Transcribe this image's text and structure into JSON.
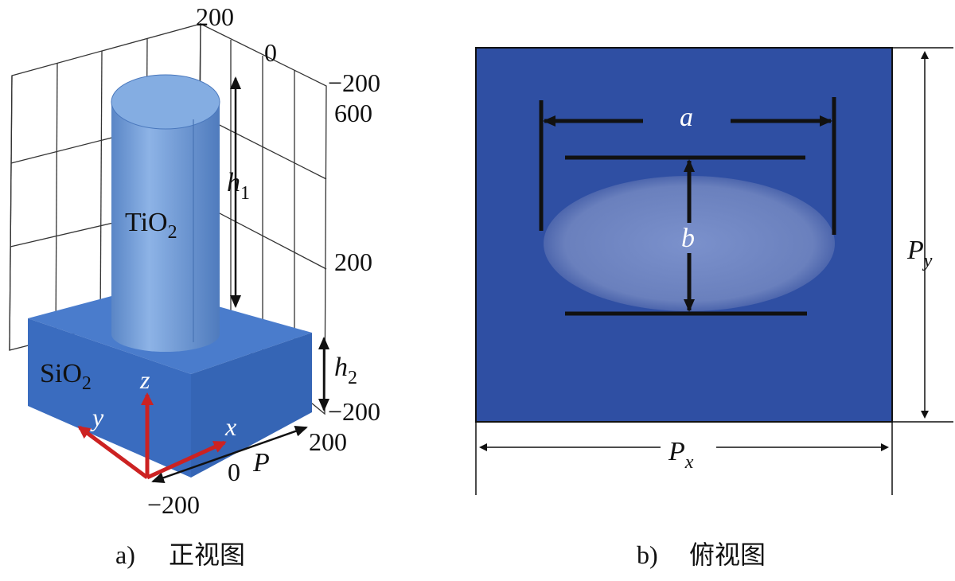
{
  "panel_a": {
    "caption_letter": "a)",
    "caption_text": "正视图",
    "materials": {
      "pillar": "TiO",
      "substrate": "SiO",
      "subscript": "2"
    },
    "ticks": {
      "top_200": "200",
      "top_0": "0",
      "right_neg200": "−200",
      "z_600": "600",
      "z_200": "200",
      "z_neg200": "−200",
      "x_200": "200",
      "x_0": "0",
      "x_neg200": "−200"
    },
    "axes": {
      "x": "x",
      "y": "y",
      "z": "z"
    },
    "dimensions": {
      "h": "h",
      "h1_sub": "1",
      "h2_sub": "2",
      "period": "P"
    },
    "colors": {
      "pillar": "#6b97d1",
      "substrate": "#3f72c4",
      "axis_arrow": "#cc2222"
    }
  },
  "panel_b": {
    "caption_letter": "b)",
    "caption_text": "俯视图",
    "dimensions": {
      "a": "a",
      "b": "b",
      "P": "P",
      "x_sub": "x",
      "y_sub": "y"
    },
    "colors": {
      "cell": "#2f4fa3",
      "ellipse": "#6f86c2"
    }
  }
}
